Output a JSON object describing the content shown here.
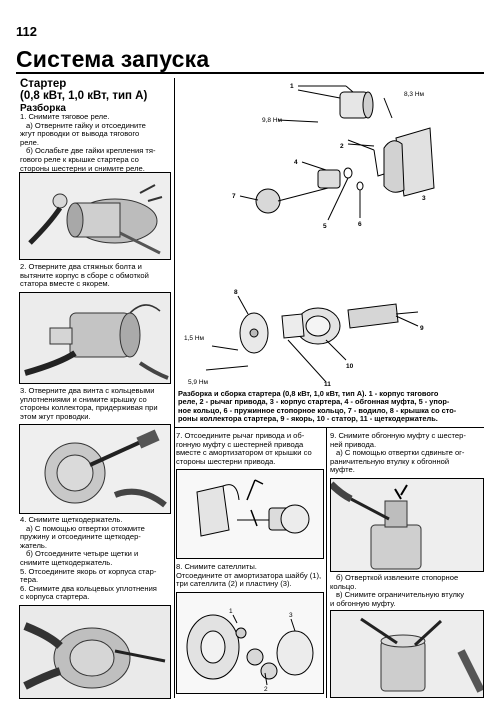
{
  "page_number": "112",
  "page_title": "Система запуска",
  "section": {
    "heading_line1": "Стартер",
    "heading_line2": "(0,8 кВт, 1,0 кВт, тип А)",
    "subheading": "Разборка"
  },
  "left_column": {
    "step1": [
      "1. Снимите тяговое реле.",
      "а) Отверните гайку и отсоедините",
      "жгут проводки от вывода тягового",
      "реле.",
      "б) Ослабьте две гайки крепления тя-",
      "гового реле к крышке стартера со",
      "стороны шестерни и снимите реле."
    ],
    "step2": [
      "2. Отверните два стяжных болта и",
      "вытяните корпус в сборе с обмоткой",
      "статора вместе с якорем."
    ],
    "step3": [
      "3. Отверните два винта с кольцевыми",
      "уплотнениями и снимите крышку со",
      "стороны коллектора, придерживая при",
      "этом жгут проводки."
    ],
    "step4": [
      "4. Снимите щеткодержатель.",
      "а) С помощью отвертки отожмите",
      "пружину и отсоедините щеткодер-",
      "жатель.",
      "б) Отсоедините четыре щетки и",
      "снимите щеткодержатель.",
      "5. Отсоедините якорь от корпуса стар-",
      "тера.",
      "6. Снимите два кольцевых уплотнения",
      "с корпуса стартера."
    ]
  },
  "diagram": {
    "labels": {
      "n1": "1",
      "n2": "2",
      "n3": "3",
      "n4": "4",
      "n5": "5",
      "n6": "6",
      "n7": "7",
      "n8": "8",
      "n9": "9",
      "n10": "10",
      "n11": "11",
      "torque_83": "8,3 Нм",
      "torque_98": "9,8 Нм",
      "torque_15": "1,5 Нм",
      "torque_59": "5,9 Нм"
    },
    "caption": [
      "Разборка и сборка стартера (0,8 кВт, 1,0 кВт, тип А). 1 - корпус тягового",
      "реле, 2 - рычаг привода, 3 - корпус стартера, 4 - обгонная муфта, 5 - упор-",
      "ное кольцо, 6 - пружинное стопорное кольцо, 7 - водило, 8 - крышка со сто-",
      "роны коллектора стартера, 9 - якорь, 10 - статор, 11 - щеткодержатель."
    ]
  },
  "mid_column": {
    "step7": [
      "7. Отсоедините рычаг привода и об-",
      "гонную муфту с шестерней привода",
      "вместе с амортизатором от крышки со",
      "стороны шестерни привода."
    ],
    "step8": [
      "8. Снимите сателлиты.",
      "Отсоедините от амортизатора шайбу (1),",
      "три сателлита (2) и пластину (3)."
    ],
    "fig8_labels": {
      "a": "1",
      "b": "2",
      "c": "3"
    }
  },
  "right_column": {
    "step9": [
      "9. Снимите обгонную муфту с шестер-",
      "ней привода.",
      "а) С помощью отвертки сдвиньте ог-",
      "раничительную втулку к обгонной",
      "муфте."
    ],
    "step9b": [
      "б) Отверткой извлеките стопорное",
      "кольцо.",
      "в) Снимите ограничительную втулку",
      "и обгонную муфту."
    ]
  }
}
